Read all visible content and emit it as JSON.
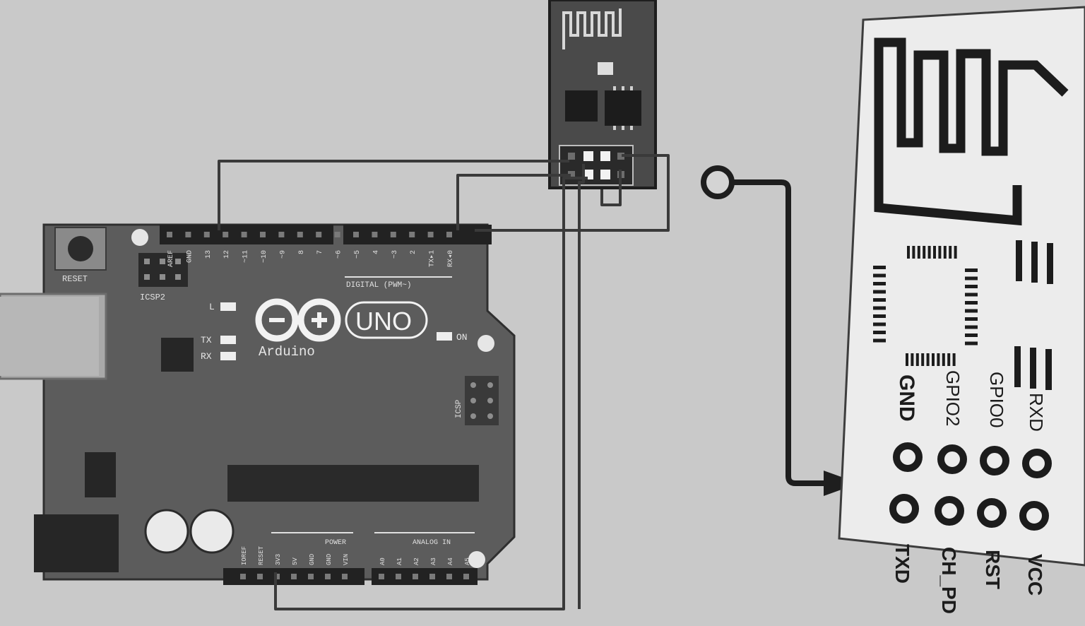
{
  "arduino": {
    "board_name": "UNO",
    "brand": "Arduino",
    "reset_label": "RESET",
    "icsp2_label": "ICSP2",
    "icsp_label": "ICSP",
    "led_l": "L",
    "led_tx": "TX",
    "led_rx": "RX",
    "led_on": "ON",
    "digital_label": "DIGITAL (PWM~)",
    "power_label": "POWER",
    "analog_label": "ANALOG IN",
    "header_top": [
      "AREF",
      "GND",
      "13",
      "12",
      "~11",
      "~10",
      "~9",
      "8",
      "7",
      "~6",
      "~5",
      "4",
      "~3",
      "2",
      "TX▸1",
      "RX◂0"
    ],
    "header_power": [
      "IOREF",
      "RESET",
      "3V3",
      "5V",
      "GND",
      "GND",
      "VIN"
    ],
    "header_analog": [
      "A0",
      "A1",
      "A2",
      "A3",
      "A4",
      "A5"
    ]
  },
  "pinout": {
    "top_labels": [
      "GND",
      "GPIO2",
      "GPIO0",
      "RXD"
    ],
    "bottom_labels": [
      "TXD",
      "CH_PD",
      "RST",
      "VCC"
    ]
  },
  "colors": {
    "background": "#c9c9c9",
    "board": "#5c5c5c",
    "board_dark": "#2b2b2b",
    "wire": "#3a3a3a",
    "card": "#ececec",
    "ink": "#1c1c1c"
  }
}
